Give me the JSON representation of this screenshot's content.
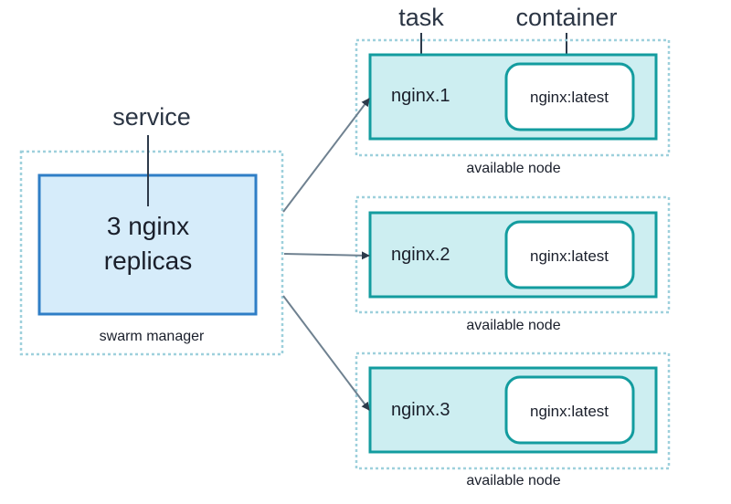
{
  "labels": {
    "service": "service",
    "task": "task",
    "container": "container"
  },
  "manager": {
    "service_line1": "3 nginx",
    "service_line2": "replicas",
    "caption": "swarm manager"
  },
  "nodes": [
    {
      "task": "nginx.1",
      "container": "nginx:latest",
      "caption": "available node"
    },
    {
      "task": "nginx.2",
      "container": "nginx:latest",
      "caption": "available node"
    },
    {
      "task": "nginx.3",
      "container": "nginx:latest",
      "caption": "available node"
    }
  ],
  "colors": {
    "dotted_border": "#9ed0dc",
    "service_fill": "#d6ecfa",
    "service_border": "#2f7ec6",
    "node_fill": "#cdeef1",
    "node_border": "#139c9f",
    "container_fill": "#ffffff",
    "container_border": "#139c9f",
    "arrow": "#6f8190",
    "leader_line": "#2d3a4a"
  }
}
